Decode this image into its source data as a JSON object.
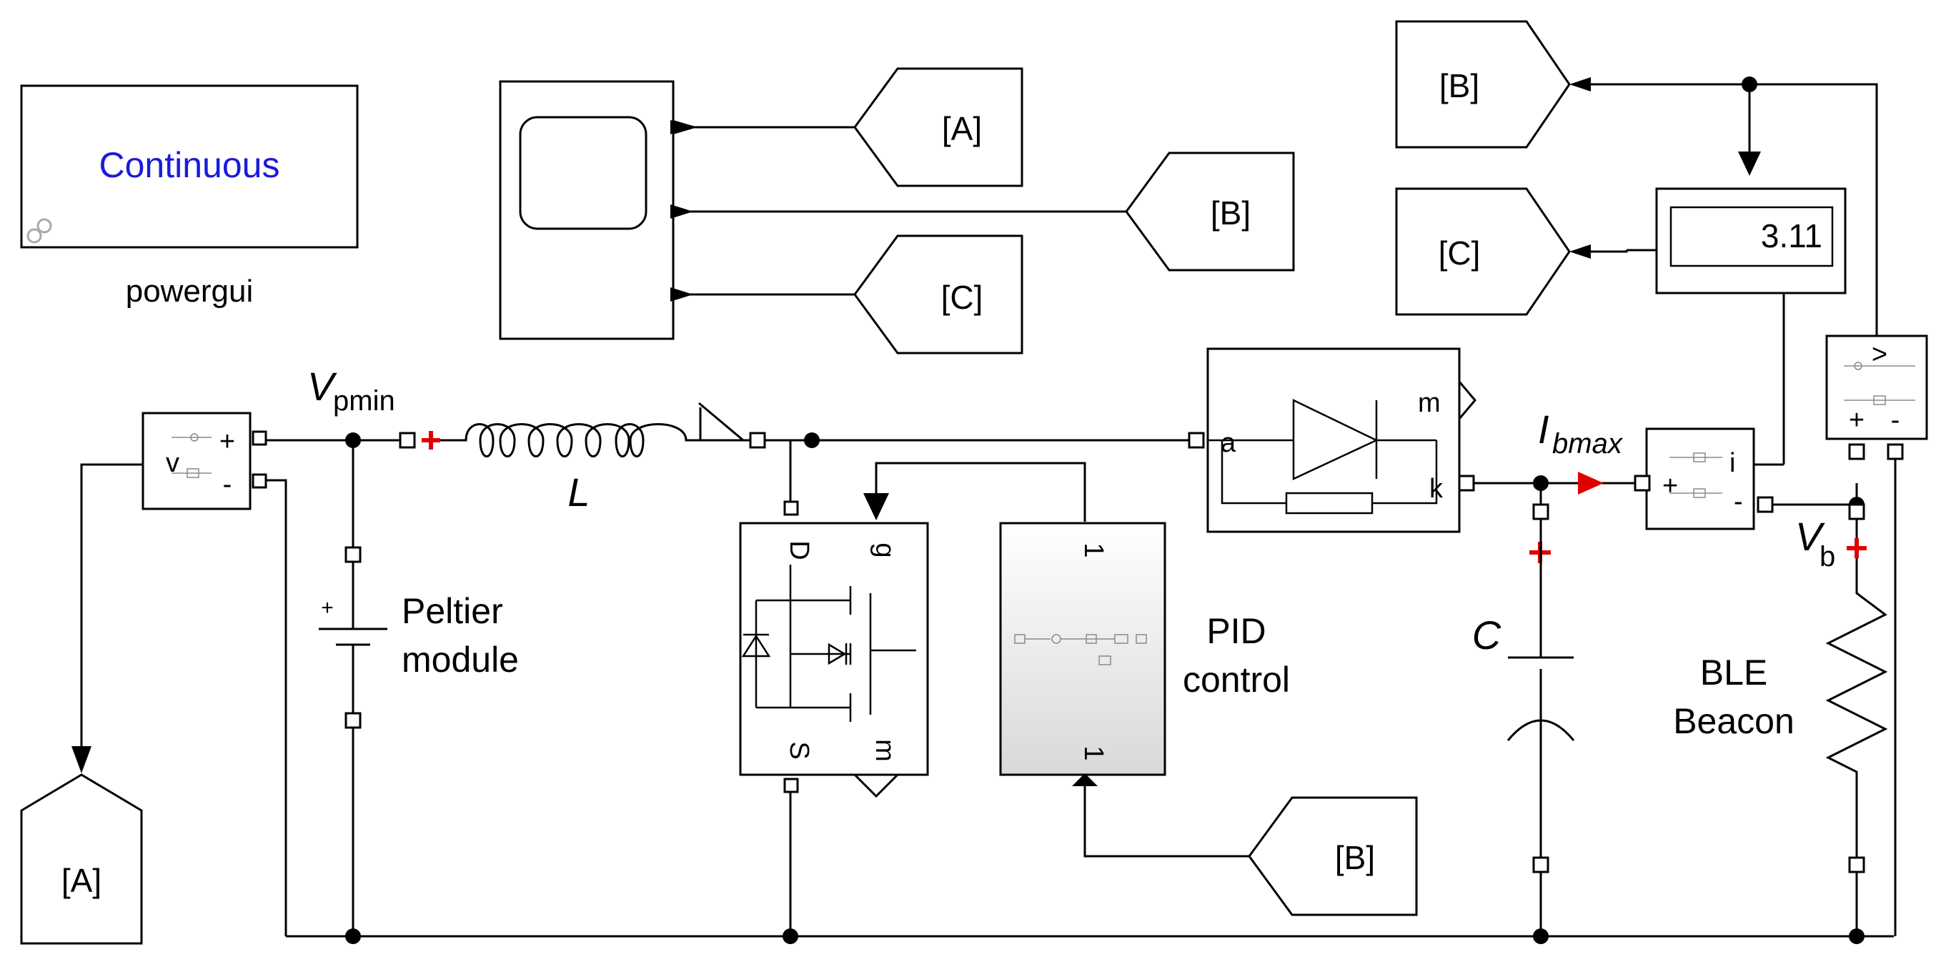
{
  "powergui": {
    "mode": "Continuous",
    "caption": "powergui"
  },
  "tags": {
    "a": "[A]",
    "b": "[B]",
    "c": "[C]"
  },
  "display": {
    "value": "3.11"
  },
  "labels": {
    "vpmin_main": "V",
    "vpmin_sub": "pmin",
    "inductor": "L",
    "peltier_line1": "Peltier",
    "peltier_line2": "module",
    "pid_line1": "PID",
    "pid_line2": "control",
    "capacitor": "C",
    "ibmax_main": "I",
    "ibmax_sub": "bmax",
    "vb_main": "V",
    "vb_sub": "b",
    "ble_line1": "BLE",
    "ble_line2": "Beacon"
  },
  "ports": {
    "plus": "+",
    "minus": "-",
    "v": "v",
    "i": "i",
    "greater": ">",
    "a": "a",
    "k": "k",
    "m": "m",
    "d": "D",
    "g": "g",
    "s": "S",
    "one": "1"
  },
  "colors": {
    "signal_blue": "#1a1adc",
    "red_marker": "#e00000",
    "gradient_grey": "#d9d9d9"
  }
}
